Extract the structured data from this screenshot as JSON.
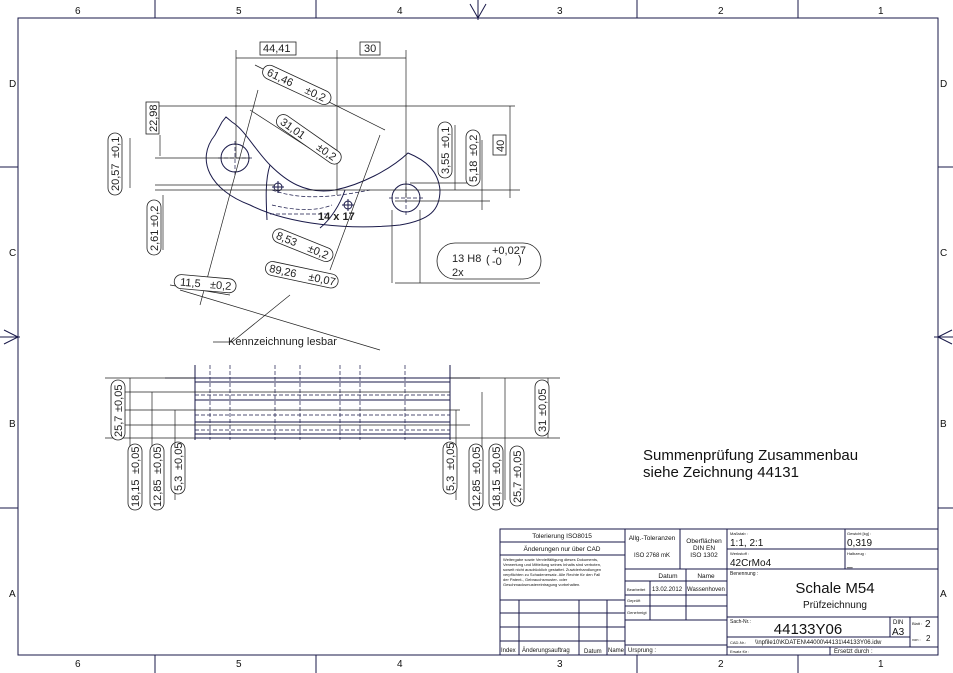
{
  "frame": {
    "columns": [
      "6",
      "5",
      "4",
      "3",
      "2",
      "1"
    ],
    "rows": [
      "D",
      "C",
      "B",
      "A"
    ]
  },
  "top_view": {
    "dims": {
      "d1": "44,41",
      "d2": "30",
      "d3": "61,46",
      "d3_tol": "±0,2",
      "d4": "31,01",
      "d4_tol": "±0,2",
      "d5": "22,98",
      "d6": "20,57",
      "d6_tol": "±0,1",
      "d7": "2,61",
      "d7_tol": "±0,2",
      "d8": "3,55",
      "d8_tol": "±0,1",
      "d9": "5,18",
      "d9_tol": "±0,2",
      "d10": "40",
      "d11": "8,53",
      "d11_tol": "±0,2",
      "d12": "89,26",
      "d12_tol": "±0,07",
      "d13": "11,5",
      "d13_tol": "±0,2",
      "hole": "13 H8",
      "hole_tol_up": "+0,027",
      "hole_tol_low": "-0",
      "hole_count": "2x"
    },
    "engraving": "14 x 17",
    "leader_note": "Kennzeichnung lesbar"
  },
  "side_view": {
    "left": [
      {
        "v": "25,7",
        "tol": "±0,05"
      },
      {
        "v": "18,15",
        "tol": "±0,05"
      },
      {
        "v": "12,85",
        "tol": "±0,05"
      },
      {
        "v": "5,3",
        "tol": "±0,05"
      }
    ],
    "right": [
      {
        "v": "31",
        "tol": "±0,05"
      },
      {
        "v": "5,3",
        "tol": "±0,05"
      },
      {
        "v": "12,85",
        "tol": "±0,05"
      },
      {
        "v": "18,15",
        "tol": "±0,05"
      },
      {
        "v": "25,7",
        "tol": "±0,05"
      }
    ]
  },
  "note": {
    "line1": "Summenprüfung Zusammenbau",
    "line2": "siehe Zeichnung 44131"
  },
  "title_block": {
    "tolerance_std": "Tolerierung ISO8015",
    "changes_cad": "Änderungen nur über CAD",
    "copyright_1": "Weitergabe sowie Vervielfältigung dieses Dokuments,",
    "copyright_2": "Verwertung und Mitteilung seines Inhalts sind verboten,",
    "copyright_3": "soweit nicht ausdrücklich gestattet. Zuwiderhandlungen",
    "copyright_4": "verpflichten zu Schadenersatz. Alle Rechte für den Fall",
    "copyright_5": "der Patent-, Gebrauchsmuster- oder",
    "copyright_6": "Geschmacksmustereintragung vorbehalten.",
    "general_tol_label": "Allg.-Toleranzen",
    "general_tol": "ISO 2768 mK",
    "surface_1": "Oberflächen",
    "surface_2": "DIN EN",
    "surface_3": "ISO 1302",
    "date_header": "Datum",
    "name_header": "Name",
    "drawn_label": "Bearbeitet",
    "drawn_date": "13.02.2012",
    "drawn_name": "Wassenhoven",
    "checked_label": "Geprüft",
    "approved_label": "Genehmigt",
    "index_label": "Index",
    "change_order_label": "Änderungsauftrag",
    "rev_date_label": "Datum",
    "rev_name_label": "Name",
    "origin_label": "Ursprung :",
    "scale_label": "Maßstab :",
    "scale": "1:1, 2:1",
    "weight_label": "Gewicht [kg] :",
    "weight": "0,319",
    "material_label": "Werkstoff :",
    "material": "42CrMo4",
    "blank_label": "Halbzeug :",
    "blank": "_",
    "designation_label": "Benennung :",
    "title": "Schale M54",
    "subtitle": "Prüfzeichnung",
    "part_no_label": "Sach-Nr.:",
    "part_no": "44133Y06",
    "format_label": "DIN",
    "format": "A3",
    "sheet_label": "Blatt :",
    "sheet": "2",
    "of_label": "von :",
    "of": "2",
    "cad_label": "CAD-Nr.:",
    "cad_path": "\\\\npfile10\\KDATEN\\44000\\44131\\44133Y06.idw",
    "replaces_label": "Ersatz für :",
    "replaced_by_label": "Ersetzt durch :"
  }
}
